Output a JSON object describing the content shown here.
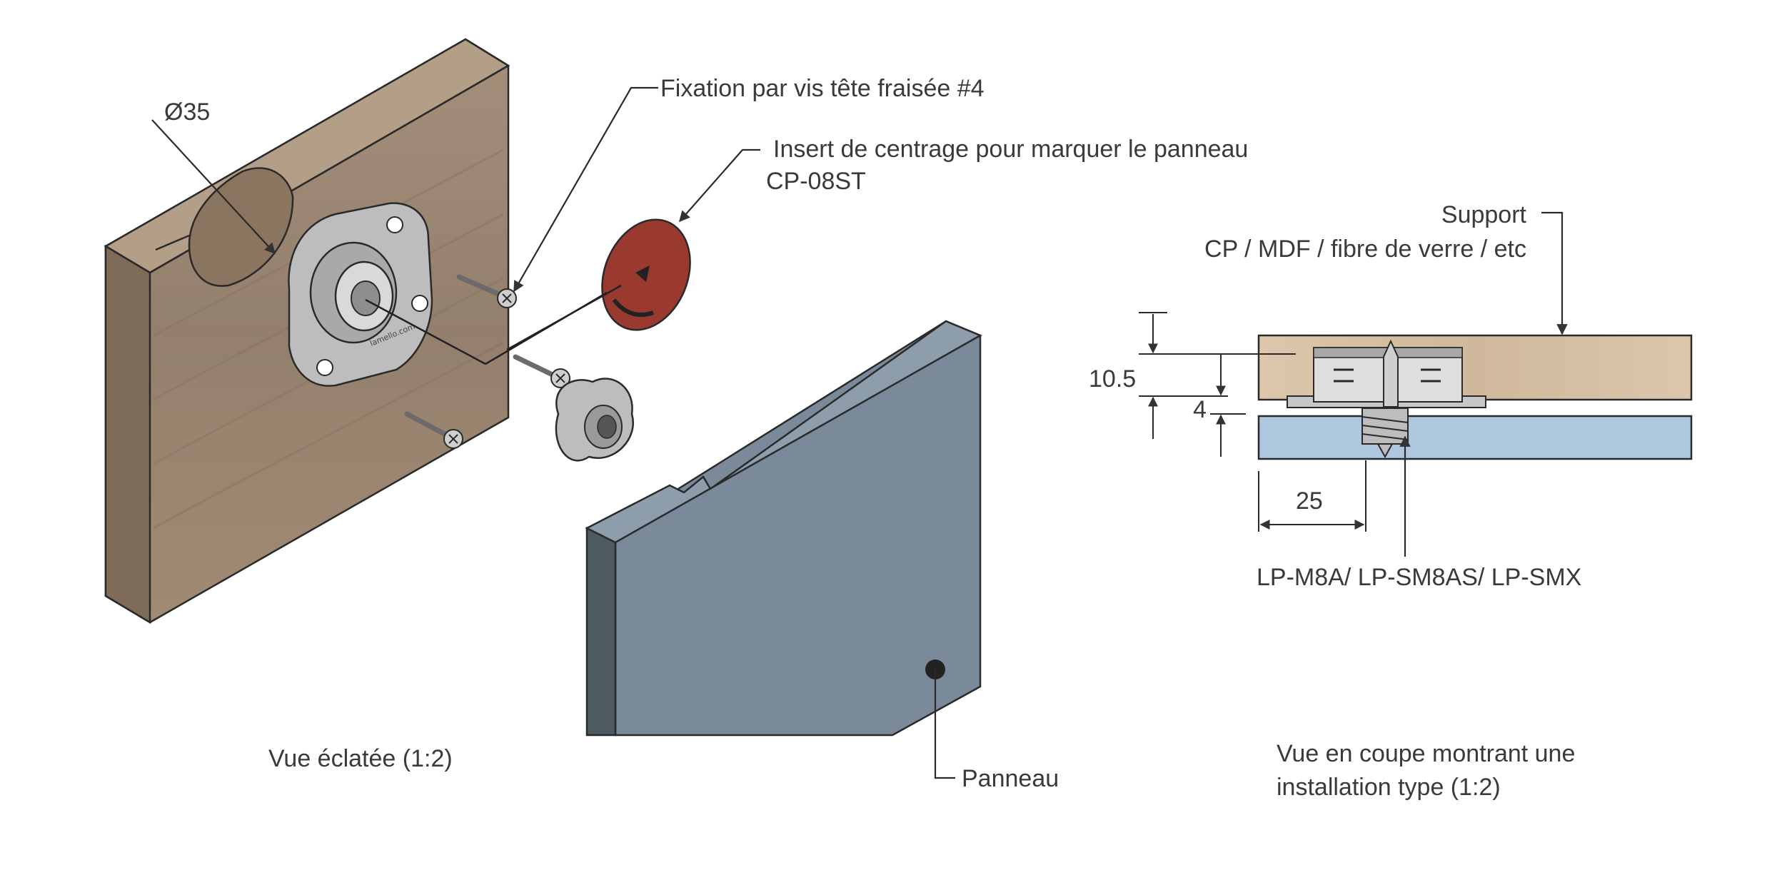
{
  "labels": {
    "diameter": "Ø35",
    "screw_fixing": "Fixation par vis tête fraisée #4",
    "centering_insert_line1": "Insert de centrage pour marquer le panneau",
    "centering_insert_line2": "CP-08ST",
    "support_line1": "Support",
    "support_line2": "CP / MDF / fibre de verre / etc",
    "dim_overall": "10.5",
    "dim_gap": "4",
    "dim_offset": "25",
    "part_numbers": "LP-M8A/ LP-SM8AS/ LP-SMX",
    "panel": "Panneau",
    "exploded_caption": "Vue éclatée (1:2)",
    "section_caption_line1": "Vue en coupe montrant une",
    "section_caption_line2": "installation type (1:2)"
  },
  "colors": {
    "wood_front": "#9a8672",
    "wood_top": "#b39e88",
    "wood_side": "#7f6c58",
    "panel_face": "#7a8a9a",
    "panel_side": "#4e5a62",
    "panel_top": "#8e9dac",
    "section_wood": "#d8c3a8",
    "section_panel": "#aec6de",
    "insert_red": "#9a3a2e",
    "metal": "#c7c7c7"
  }
}
